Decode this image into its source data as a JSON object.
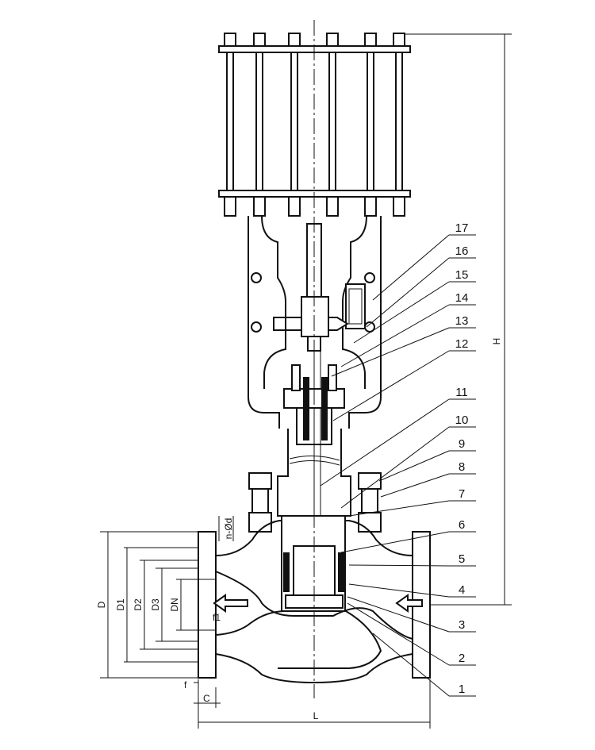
{
  "parts": [
    {
      "number": "1"
    },
    {
      "number": "2"
    },
    {
      "number": "3"
    },
    {
      "number": "4"
    },
    {
      "number": "5"
    },
    {
      "number": "6"
    },
    {
      "number": "7"
    },
    {
      "number": "8"
    },
    {
      "number": "9"
    },
    {
      "number": "10"
    },
    {
      "number": "11"
    },
    {
      "number": "12"
    },
    {
      "number": "13"
    },
    {
      "number": "14"
    },
    {
      "number": "15"
    },
    {
      "number": "16"
    },
    {
      "number": "17"
    }
  ],
  "dimensions": {
    "height": "H",
    "length": "L",
    "flange_od": "D",
    "bolt_circle": "D1",
    "raised_face": "D2",
    "d3": "D3",
    "nominal": "DN",
    "face_height": "f1",
    "face_f": "f",
    "thickness": "C",
    "bolt_holes": "n-Ød"
  },
  "colors": {
    "line": "#111111",
    "background": "#ffffff"
  }
}
